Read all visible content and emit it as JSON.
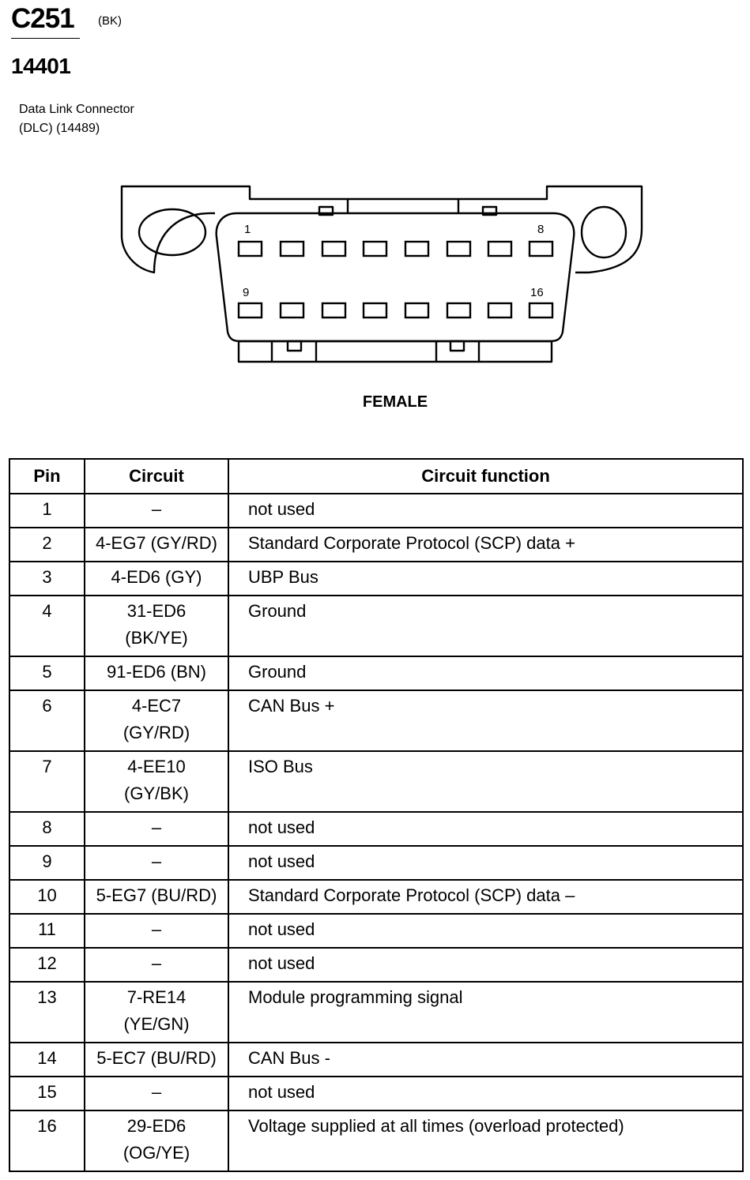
{
  "header": {
    "connector_id": "C251",
    "connector_color": "(BK)",
    "part_number": "14401",
    "description_line1": "Data Link Connector",
    "description_line2": "(DLC) (14489)"
  },
  "diagram": {
    "top_row_first_label": "1",
    "top_row_last_label": "8",
    "bottom_row_first_label": "9",
    "bottom_row_last_label": "16",
    "gender": "FEMALE"
  },
  "table": {
    "headers": {
      "pin": "Pin",
      "circuit": "Circuit",
      "function": "Circuit function"
    },
    "rows": [
      {
        "pin": "1",
        "circuit": [
          "–"
        ],
        "function": "not used"
      },
      {
        "pin": "2",
        "circuit": [
          "4-EG7 (GY/RD)"
        ],
        "function": "Standard Corporate Protocol (SCP) data +"
      },
      {
        "pin": "3",
        "circuit": [
          "4-ED6 (GY)"
        ],
        "function": "UBP Bus"
      },
      {
        "pin": "4",
        "circuit": [
          "31-ED6",
          "(BK/YE)"
        ],
        "function": "Ground"
      },
      {
        "pin": "5",
        "circuit": [
          "91-ED6 (BN)"
        ],
        "function": "Ground"
      },
      {
        "pin": "6",
        "circuit": [
          "4-EC7",
          "(GY/RD)"
        ],
        "function": "CAN Bus +"
      },
      {
        "pin": "7",
        "circuit": [
          "4-EE10",
          "(GY/BK)"
        ],
        "function": "ISO Bus"
      },
      {
        "pin": "8",
        "circuit": [
          "–"
        ],
        "function": "not used"
      },
      {
        "pin": "9",
        "circuit": [
          "–"
        ],
        "function": "not used"
      },
      {
        "pin": "10",
        "circuit": [
          "5-EG7 (BU/RD)"
        ],
        "function": "Standard Corporate Protocol (SCP) data –"
      },
      {
        "pin": "11",
        "circuit": [
          "–"
        ],
        "function": "not used"
      },
      {
        "pin": "12",
        "circuit": [
          "–"
        ],
        "function": "not used"
      },
      {
        "pin": "13",
        "circuit": [
          "7-RE14",
          "(YE/GN)"
        ],
        "function": "Module programming signal"
      },
      {
        "pin": "14",
        "circuit": [
          "5-EC7 (BU/RD)"
        ],
        "function": "CAN Bus -"
      },
      {
        "pin": "15",
        "circuit": [
          "–"
        ],
        "function": "not used"
      },
      {
        "pin": "16",
        "circuit": [
          "29-ED6",
          "(OG/YE)"
        ],
        "function": "Voltage supplied at all times (overload protected)"
      }
    ]
  }
}
